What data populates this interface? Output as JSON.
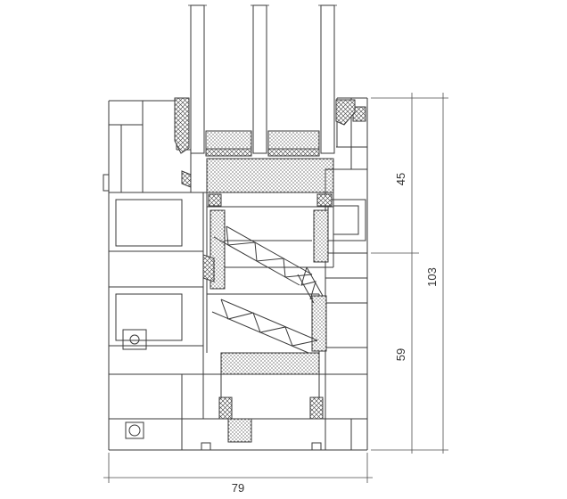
{
  "drawing": {
    "dimension_labels": {
      "upper_height": "45",
      "lower_height": "59",
      "overall_height": "103",
      "overall_width": "79"
    },
    "colors": {
      "line": "#3a3a3a",
      "dimension_line": "#4f4f4f",
      "label_text": "#333333",
      "background": "#ffffff"
    }
  }
}
